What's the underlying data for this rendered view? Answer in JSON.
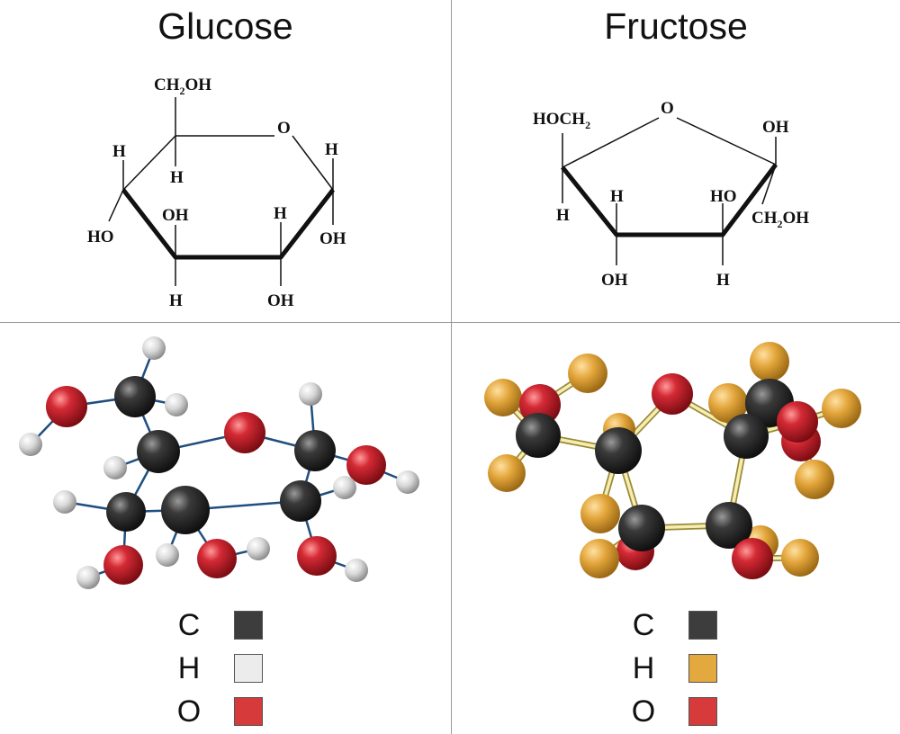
{
  "glucose": {
    "title": "Glucose",
    "labels": {
      "ch2oh": "CH",
      "ch2oh_sub": "2",
      "ch2oh_tail": "OH",
      "ring_o": "O",
      "h_left_up": "H",
      "h_c5": "H",
      "h_c1_up": "H",
      "oh_c3": "OH",
      "h_c2": "H",
      "ho_left": "HO",
      "oh_c1": "OH",
      "h_bottom": "H",
      "oh_bottom": "OH"
    },
    "legend": [
      {
        "symbol": "C",
        "color": "#3d3d3d"
      },
      {
        "symbol": "H",
        "color": "#ececec"
      },
      {
        "symbol": "O",
        "color": "#d63a3a"
      }
    ],
    "colors": {
      "carbon": "#2f2f2f",
      "hydrogen": "#d9d9d9",
      "oxygen": "#c8202c",
      "bond": "#1f4f80"
    }
  },
  "fructose": {
    "title": "Fructose",
    "labels": {
      "hoch2": "HOCH",
      "hoch2_sub": "2",
      "ring_o": "O",
      "oh_top_right": "OH",
      "h_left": "H",
      "h_c4": "H",
      "ho_c3": "HO",
      "ch2oh": "CH",
      "ch2oh_sub": "2",
      "ch2oh_tail": "OH",
      "oh_bottom": "OH",
      "h_bottom": "H"
    },
    "legend": [
      {
        "symbol": "C",
        "color": "#3d3d3d"
      },
      {
        "symbol": "H",
        "color": "#e3a83e"
      },
      {
        "symbol": "O",
        "color": "#d63a3a"
      }
    ],
    "colors": {
      "carbon": "#2f2f2f",
      "hydrogen": "#e3a83e",
      "oxygen": "#c8202c",
      "bond": "#f1e48c"
    }
  }
}
